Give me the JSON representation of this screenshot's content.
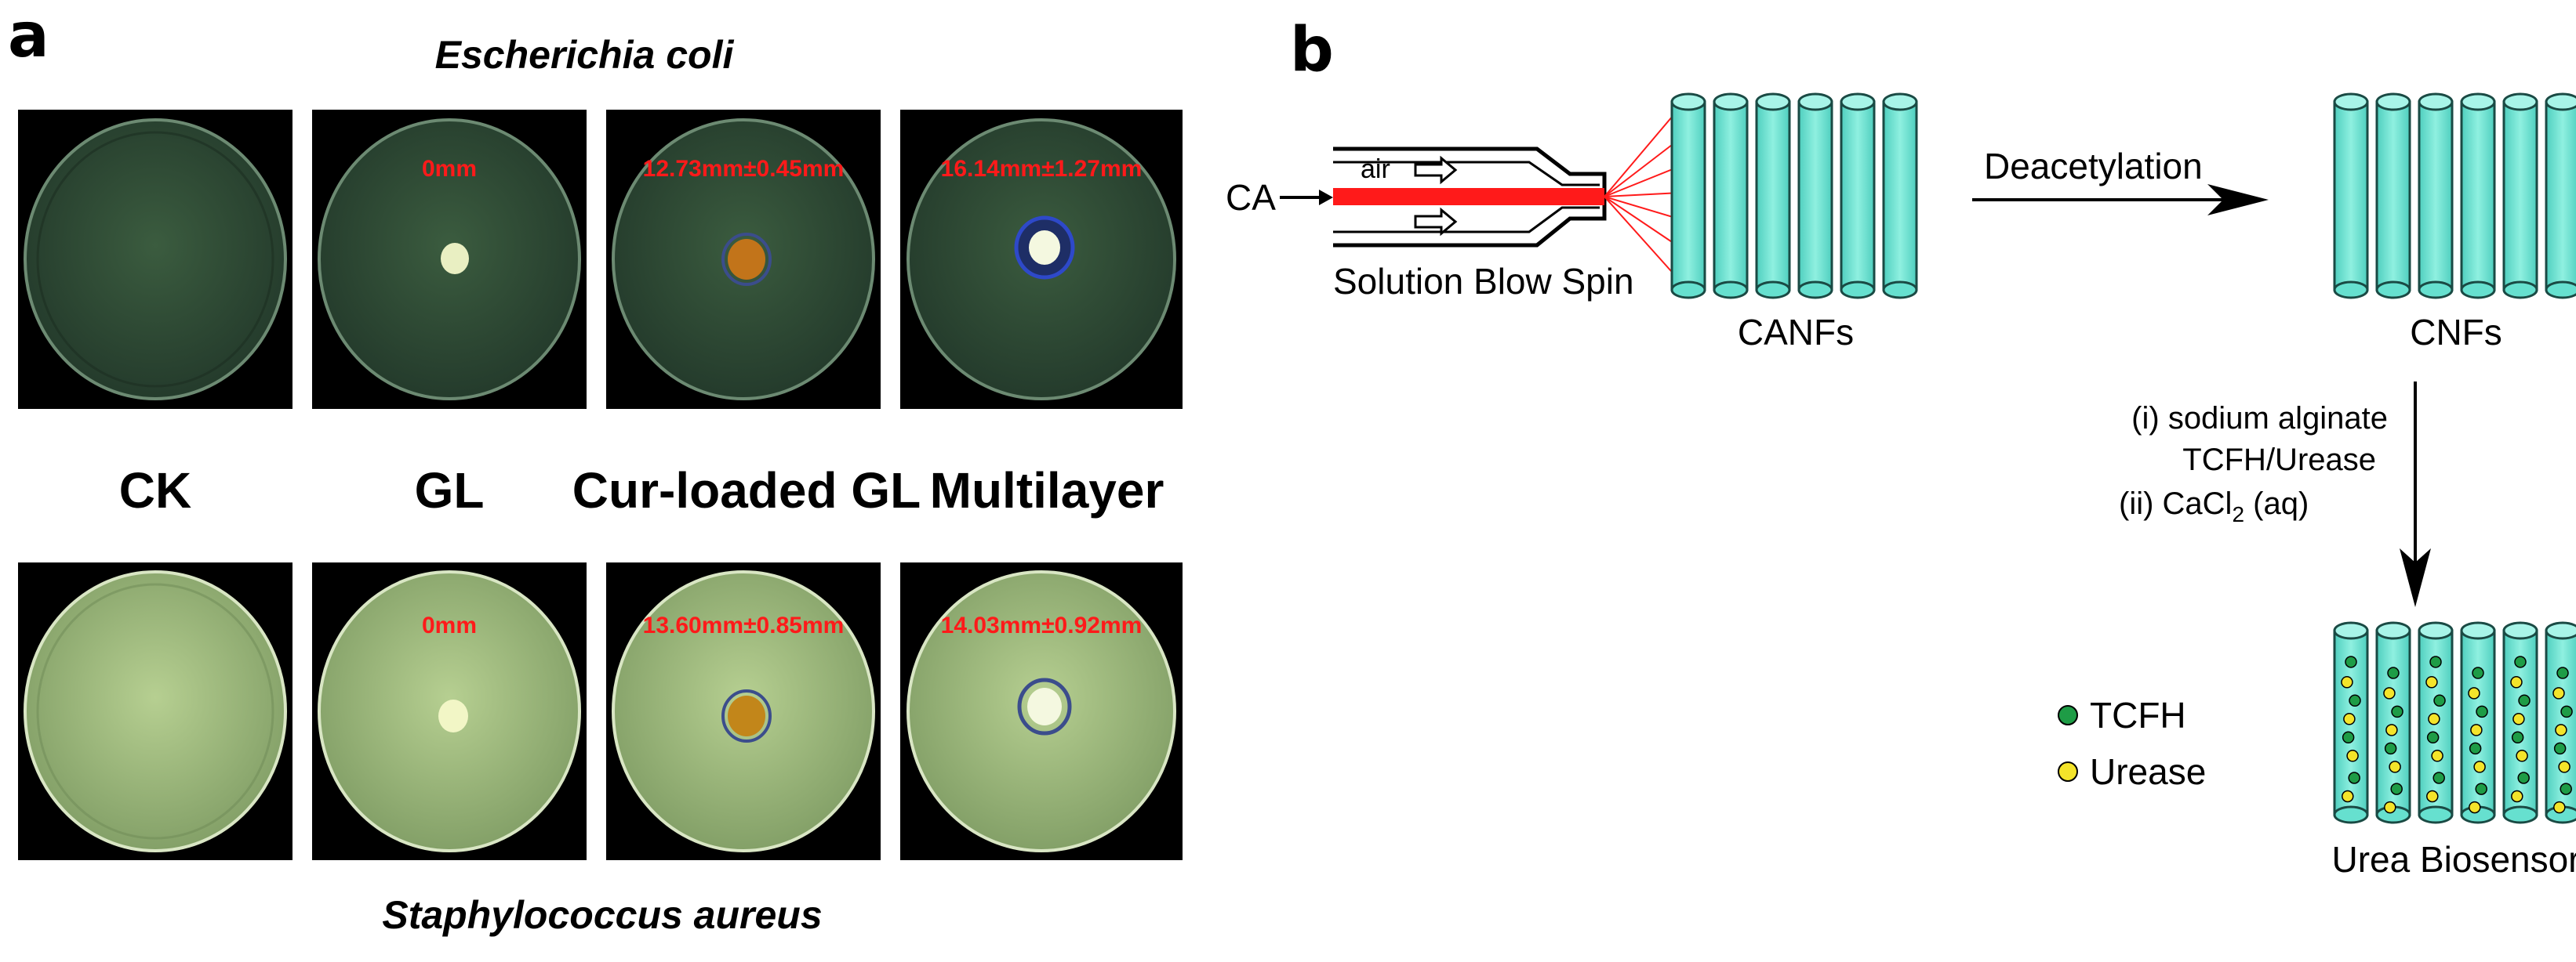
{
  "panel_a": {
    "letter": "a",
    "top_organism": "Escherichia coli",
    "bottom_organism": "Staphylococcus aureus",
    "groups": [
      "CK",
      "GL",
      "Cur-loaded GL",
      "Multilayer"
    ],
    "ecoli_zones": [
      "",
      "0mm",
      "12.73mm±0.45mm",
      "16.14mm±1.27mm"
    ],
    "saureus_zones": [
      "",
      "0mm",
      "13.60mm±0.85mm",
      "14.03mm±0.92mm"
    ],
    "colors": {
      "ecoli_agar": "#2e4c33",
      "saureus_agar": "#9cb77c",
      "zone_text": "#ff1a1a",
      "background": "#000000"
    }
  },
  "panel_b": {
    "letter": "b",
    "ca_label": "CA",
    "air_label": "air",
    "process_label": "Solution Blow Spin",
    "canfs_label": "CANFs",
    "step1_label": "Deacetylation",
    "cnfs_label": "CNFs",
    "conditions": {
      "line1": "(i) sodium alginate",
      "line2": "TCFH/Urease",
      "line3_prefix": "(ii) CaCl",
      "line3_sub": "2",
      "line3_suffix": " (aq)"
    },
    "legend": [
      {
        "label": "TCFH",
        "color": "#1e9c46"
      },
      {
        "label": "Urease",
        "color": "#f4e42a"
      }
    ],
    "product_label": "Urea Biosensor",
    "colors": {
      "fiber_fill": "#66e0cf",
      "fiber_stroke": "#1a4a44",
      "jet": "#ff1a1a"
    }
  }
}
